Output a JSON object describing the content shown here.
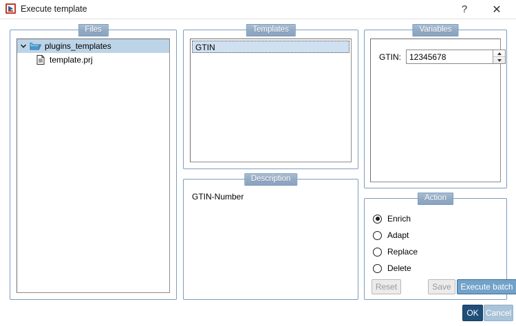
{
  "window": {
    "title": "Execute template",
    "icon": "execute-template-icon",
    "help_label": "?",
    "close_label": "✕"
  },
  "files": {
    "group_title": "Files",
    "tree": [
      {
        "label": "plugins_templates",
        "icon": "folder-icon",
        "expanded": true,
        "selected": true,
        "depth": 0
      },
      {
        "label": "template.prj",
        "icon": "file-icon",
        "expanded": false,
        "selected": false,
        "depth": 1
      }
    ]
  },
  "templates": {
    "group_title": "Templates",
    "items": [
      {
        "label": "GTIN",
        "selected": true
      }
    ]
  },
  "description": {
    "group_title": "Description",
    "text": "GTIN-Number"
  },
  "variables": {
    "group_title": "Variables",
    "fields": [
      {
        "label": "GTIN:",
        "value": "12345678",
        "type": "spinbox"
      }
    ]
  },
  "action": {
    "group_title": "Action",
    "options": [
      {
        "label": "Enrich",
        "selected": true
      },
      {
        "label": "Adapt",
        "selected": false
      },
      {
        "label": "Replace",
        "selected": false
      },
      {
        "label": "Delete",
        "selected": false
      }
    ],
    "buttons": {
      "reset": {
        "label": "Reset",
        "enabled": false
      },
      "save": {
        "label": "Save",
        "enabled": false
      },
      "execute_batch": {
        "label": "Execute batch",
        "enabled": true
      }
    }
  },
  "dialog_buttons": {
    "ok": "OK",
    "cancel": "Cancel"
  },
  "colors": {
    "group_title_bg": "#93aac4",
    "group_border": "#7a9cbf",
    "selection": "#bdd4e8",
    "primary_button": "#72a2c8",
    "ok_button": "#1f4e79",
    "cancel_button": "#a9c3d8",
    "icon_red": "#c0392b",
    "folder_blue": "#3f8fd0"
  }
}
